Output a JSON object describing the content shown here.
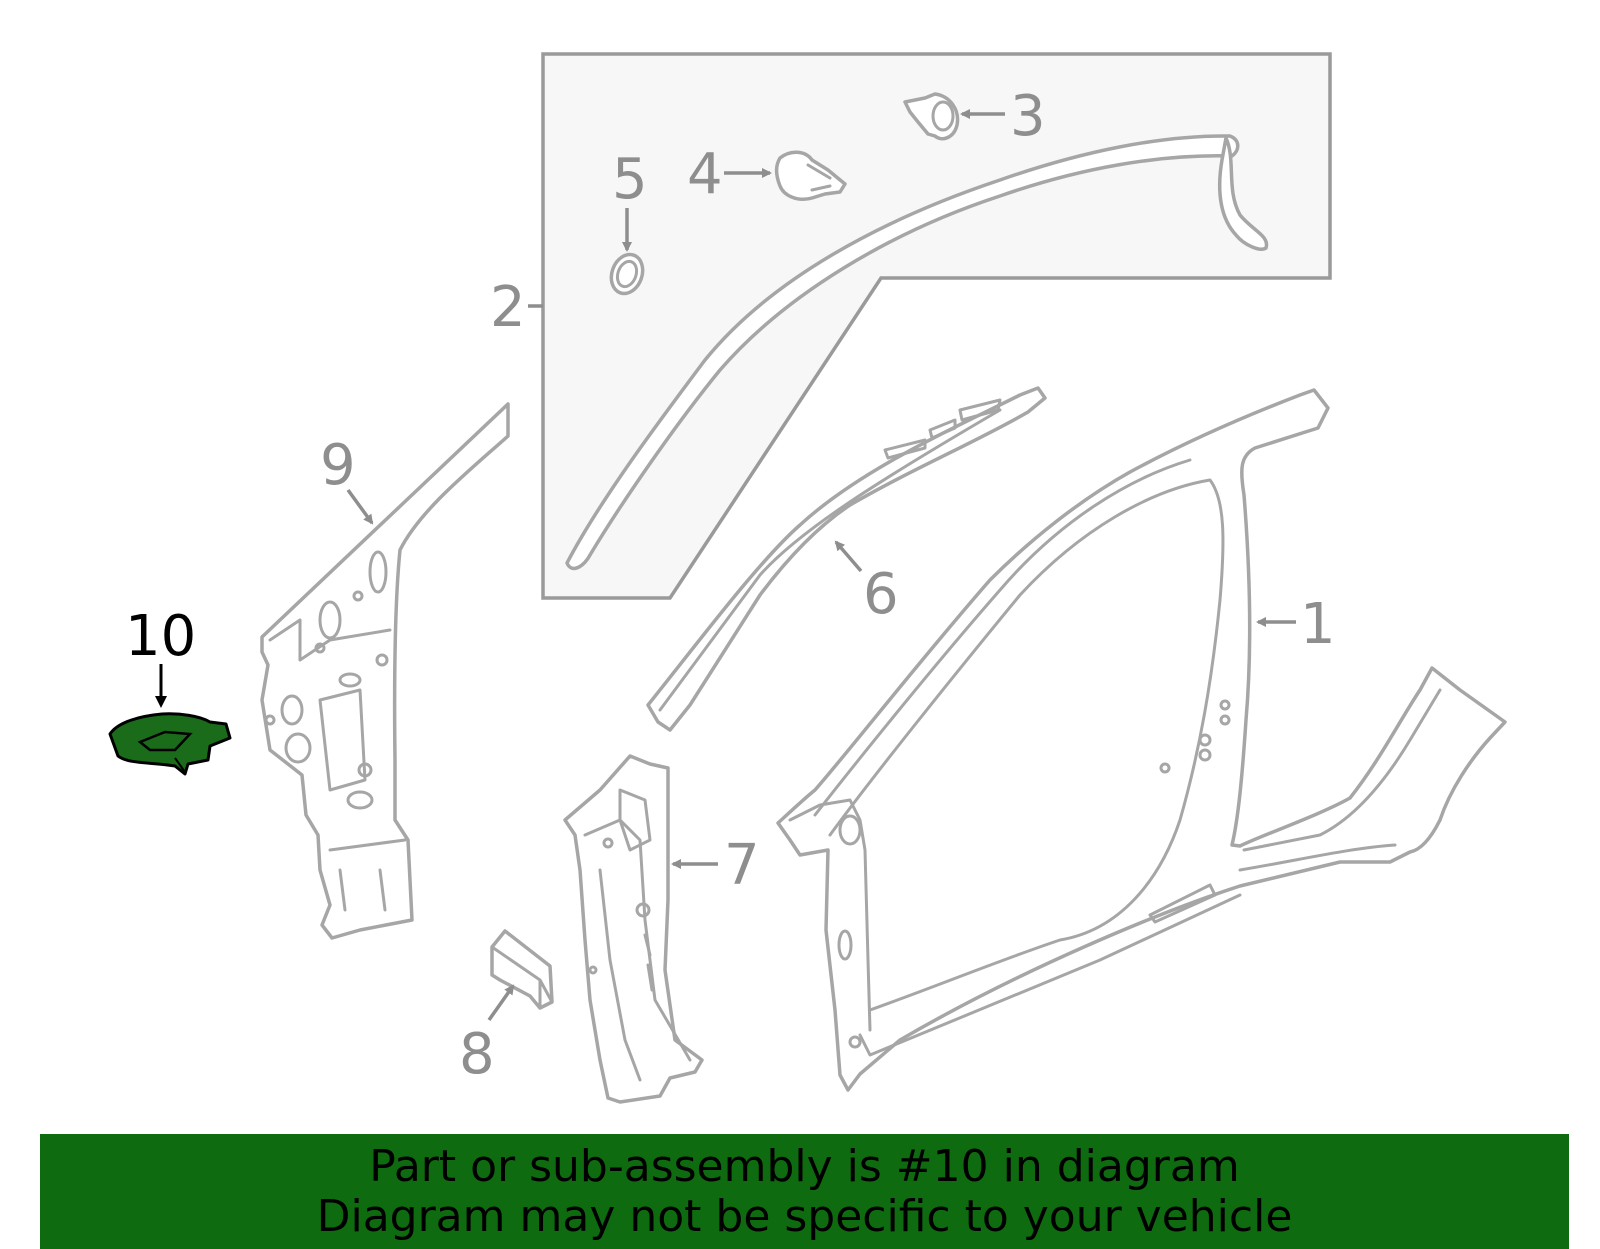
{
  "callouts": {
    "c1": "1",
    "c2": "2",
    "c3": "3",
    "c4": "4",
    "c5": "5",
    "c6": "6",
    "c7": "7",
    "c8": "8",
    "c9": "9",
    "c10": "10"
  },
  "banner": {
    "line1": "Part or sub-assembly is #10 in diagram",
    "line2": "Diagram may not be specific to your vehicle"
  },
  "colors": {
    "highlight_part": "#1a6b1a",
    "banner_bg": "#0f6b0f",
    "line_art": "#a6a6a6",
    "callout_text": "#8e8e8e",
    "inset_box_bg": "#f7f7f7"
  }
}
